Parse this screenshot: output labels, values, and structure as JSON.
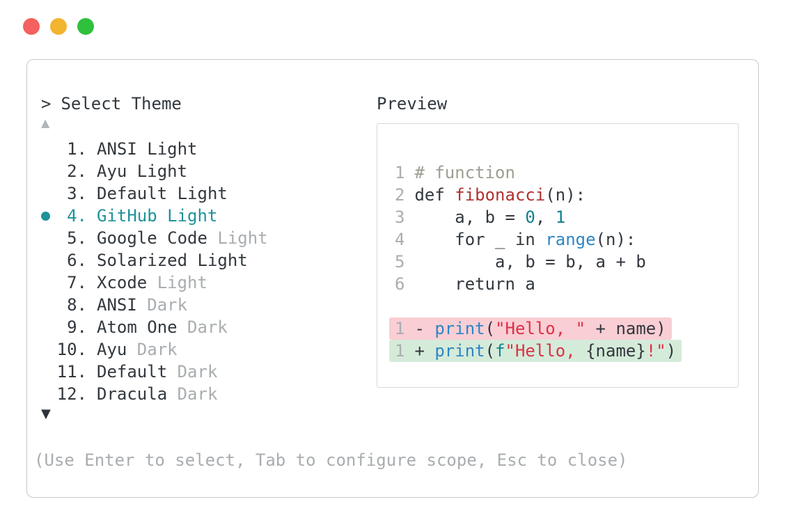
{
  "palette": {
    "dark": "#32383e",
    "muted": "#a9adb0",
    "teal": "#1e929a",
    "txt": "#32383e",
    "comment": "#9ba092",
    "defname": "#b03231",
    "literal": "#13818d",
    "func": "#2e86c4",
    "string": "#dc3148",
    "removed_bg": "#f9ced4",
    "added_bg": "#d5ebd9",
    "window_border": "#c9c9c9",
    "preview_border": "#d8d8d8",
    "scroll_up_color": "#b2b6ba",
    "scroll_down_color": "#2d333a"
  },
  "window": {
    "traffic_lights": [
      {
        "name": "close",
        "color": "#f4615e"
      },
      {
        "name": "minimize",
        "color": "#f3b42f"
      },
      {
        "name": "zoom",
        "color": "#2fc03d"
      }
    ]
  },
  "left": {
    "prompt_caret": ">",
    "prompt_title": "Select Theme",
    "scroll_up_glyph": "▲",
    "scroll_down_glyph": "▼",
    "items": [
      {
        "number": "1.",
        "selected": false,
        "segments": [
          {
            "t": "ANSI Light",
            "c": "dark"
          }
        ]
      },
      {
        "number": "2.",
        "selected": false,
        "segments": [
          {
            "t": "Ayu Light",
            "c": "dark"
          }
        ]
      },
      {
        "number": "3.",
        "selected": false,
        "segments": [
          {
            "t": "Default Light",
            "c": "dark"
          }
        ]
      },
      {
        "number": "4.",
        "selected": true,
        "segments": [
          {
            "t": "GitHub Light",
            "c": "teal"
          }
        ]
      },
      {
        "number": "5.",
        "selected": false,
        "segments": [
          {
            "t": "Google Code ",
            "c": "dark"
          },
          {
            "t": "Light",
            "c": "muted"
          }
        ]
      },
      {
        "number": "6.",
        "selected": false,
        "segments": [
          {
            "t": "Solarized Light",
            "c": "dark"
          }
        ]
      },
      {
        "number": "7.",
        "selected": false,
        "segments": [
          {
            "t": "Xcode ",
            "c": "dark"
          },
          {
            "t": "Light",
            "c": "muted"
          }
        ]
      },
      {
        "number": "8.",
        "selected": false,
        "segments": [
          {
            "t": "ANSI ",
            "c": "dark"
          },
          {
            "t": "Dark",
            "c": "muted"
          }
        ]
      },
      {
        "number": "9.",
        "selected": false,
        "segments": [
          {
            "t": "Atom One ",
            "c": "dark"
          },
          {
            "t": "Dark",
            "c": "muted"
          }
        ]
      },
      {
        "number": "10.",
        "selected": false,
        "segments": [
          {
            "t": "Ayu ",
            "c": "dark"
          },
          {
            "t": "Dark",
            "c": "muted"
          }
        ]
      },
      {
        "number": "11.",
        "selected": false,
        "segments": [
          {
            "t": "Default ",
            "c": "dark"
          },
          {
            "t": "Dark",
            "c": "muted"
          }
        ]
      },
      {
        "number": "12.",
        "selected": false,
        "segments": [
          {
            "t": "Dracula ",
            "c": "dark"
          },
          {
            "t": "Dark",
            "c": "muted"
          }
        ]
      }
    ],
    "hint": "(Use Enter to select, Tab to configure scope, Esc to close)"
  },
  "preview": {
    "label": "Preview",
    "code_lines": [
      {
        "num": "1",
        "bg": null,
        "segments": [
          {
            "t": "# function",
            "c": "comment"
          }
        ]
      },
      {
        "num": "2",
        "bg": null,
        "segments": [
          {
            "t": "def ",
            "c": "txt"
          },
          {
            "t": "fibonacci",
            "c": "defname"
          },
          {
            "t": "(n):",
            "c": "txt"
          }
        ]
      },
      {
        "num": "3",
        "bg": null,
        "segments": [
          {
            "t": "    a, b = ",
            "c": "txt"
          },
          {
            "t": "0",
            "c": "literal"
          },
          {
            "t": ", ",
            "c": "txt"
          },
          {
            "t": "1",
            "c": "literal"
          }
        ]
      },
      {
        "num": "4",
        "bg": null,
        "segments": [
          {
            "t": "    for _ in ",
            "c": "txt"
          },
          {
            "t": "range",
            "c": "func"
          },
          {
            "t": "(n):",
            "c": "txt"
          }
        ]
      },
      {
        "num": "5",
        "bg": null,
        "segments": [
          {
            "t": "        a, b = b, a + b",
            "c": "txt"
          }
        ]
      },
      {
        "num": "6",
        "bg": null,
        "segments": [
          {
            "t": "    return a",
            "c": "txt"
          }
        ]
      },
      {
        "num": "",
        "bg": null,
        "segments": []
      },
      {
        "num": "1",
        "bg": "removed",
        "segments": [
          {
            "t": "- ",
            "c": "txt"
          },
          {
            "t": "print",
            "c": "func"
          },
          {
            "t": "(",
            "c": "txt"
          },
          {
            "t": "\"Hello, \"",
            "c": "string"
          },
          {
            "t": " + name)",
            "c": "txt"
          }
        ]
      },
      {
        "num": "1",
        "bg": "added",
        "segments": [
          {
            "t": "+ ",
            "c": "txt"
          },
          {
            "t": "print",
            "c": "func"
          },
          {
            "t": "(",
            "c": "txt"
          },
          {
            "t": "f",
            "c": "literal"
          },
          {
            "t": "\"Hello, ",
            "c": "string"
          },
          {
            "t": "{name}",
            "c": "txt"
          },
          {
            "t": "!\"",
            "c": "string"
          },
          {
            "t": ")",
            "c": "txt"
          }
        ]
      }
    ]
  }
}
